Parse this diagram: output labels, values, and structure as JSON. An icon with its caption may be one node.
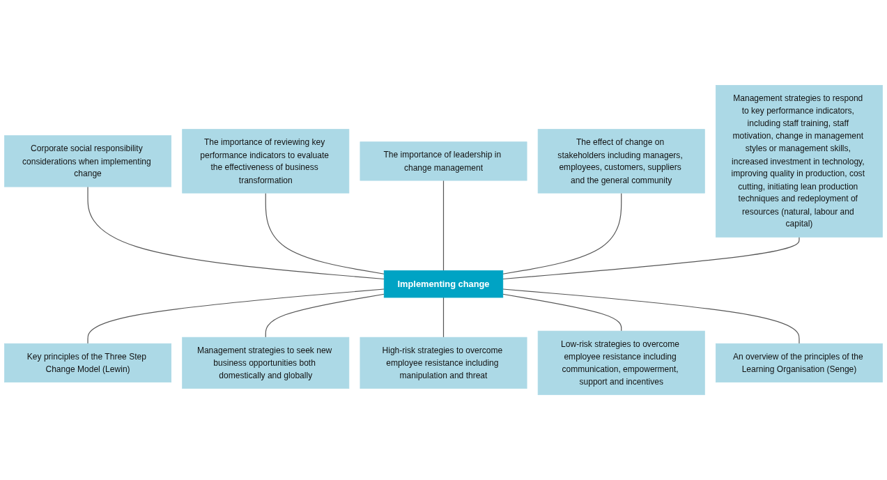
{
  "diagram": {
    "nodes": [
      {
        "text": [
          "Corporate social responsibility considerations when implementing change"
        ]
      },
      {
        "text": [
          "The importance of reviewing key performance indicators to evaluate the effectiveness of business transformation"
        ]
      },
      {
        "text": [
          "The importance of leadership in change management"
        ]
      },
      {
        "text": [
          "The effect of change on stakeholders including managers, employees, customers, suppliers and the general community"
        ]
      },
      {
        "text": [
          "Management strategies to respond to key performance indicators, including staff training, staff motivation, change in management styles or management skills, increased investment in technology, improving quality in production, cost cutting, initiating lean production techniques and redeployment of resources (natural, labour and capital)"
        ]
      },
      {
        "text": [
          "Implementing change"
        ]
      },
      {
        "text": [
          "Key principles of the Three Step Change Model (Lewin)"
        ]
      },
      {
        "text": [
          "Management strategies to seek new business opportunities both domestically and globally"
        ]
      },
      {
        "text": [
          "High-risk strategies to overcome employee resistance including manipulation and threat"
        ]
      },
      {
        "text": [
          "Low-risk strategies to overcome employee resistance including communication, empowerment, support and incentives"
        ]
      },
      {
        "text": [
          "An overview of the principles of the Learning Organisation (Senge)"
        ]
      }
    ],
    "edges": [
      {
        "from": 0,
        "to": 5,
        "arrow": "none"
      },
      {
        "from": 1,
        "to": 5,
        "arrow": "none"
      },
      {
        "from": 2,
        "to": 5,
        "arrow": "none"
      },
      {
        "from": 3,
        "to": 5,
        "arrow": "none"
      },
      {
        "from": 4,
        "to": 5,
        "arrow": "none"
      },
      {
        "from": 5,
        "to": 6,
        "arrow": "none"
      },
      {
        "from": 5,
        "to": 7,
        "arrow": "none"
      },
      {
        "from": 5,
        "to": 8,
        "arrow": "none"
      },
      {
        "from": 5,
        "to": 9,
        "arrow": "none"
      },
      {
        "from": 5,
        "to": 10,
        "arrow": "none"
      }
    ]
  }
}
